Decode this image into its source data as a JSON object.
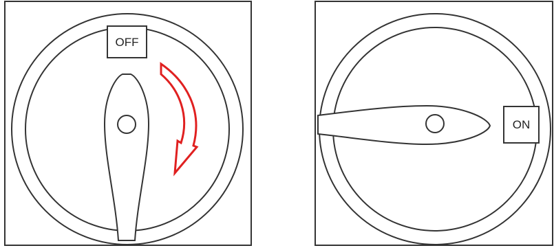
{
  "panels": [
    {
      "position_label": "OFF",
      "has_rotation_arrow": true,
      "arrow_direction": "clockwise"
    },
    {
      "position_label": "ON",
      "has_rotation_arrow": false
    }
  ],
  "colors": {
    "line": "#333333",
    "arrow": "#e02020",
    "background": "#ffffff"
  }
}
